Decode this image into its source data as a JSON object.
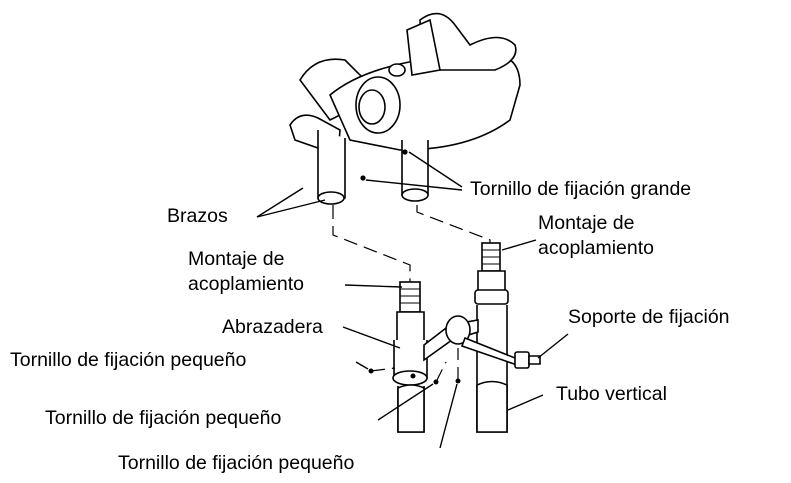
{
  "labels": {
    "brazos": "Brazos",
    "tornillo_grande": "Tornillo de fijación grande",
    "montaje_derecho_l1": "Montaje de",
    "montaje_derecho_l2": "acoplamiento",
    "montaje_izquierdo_l1": "Montaje de",
    "montaje_izquierdo_l2": "acoplamiento",
    "abrazadera": "Abrazadera",
    "soporte": "Soporte de fijación",
    "tornillo_pequeno_1": "Tornillo de fijación pequeño",
    "tubo_vertical": "Tubo vertical",
    "tornillo_pequeno_2": "Tornillo de fijación pequeño",
    "tornillo_pequeno_3": "Tornillo de fijación pequeño"
  },
  "colors": {
    "line": "#000000",
    "background": "#ffffff"
  }
}
